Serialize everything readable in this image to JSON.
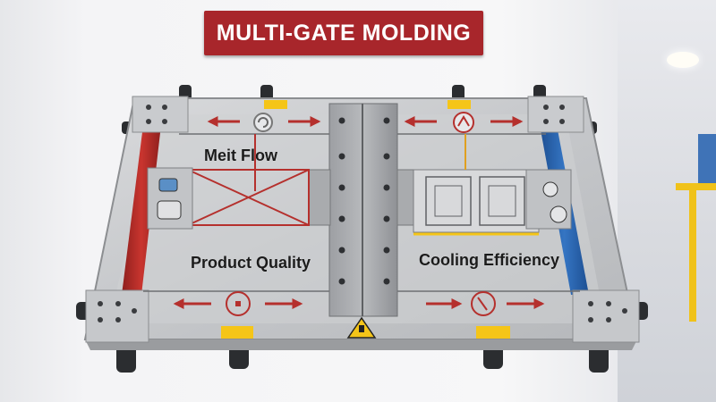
{
  "sign": {
    "title": "MULTI-GATE MOLDING"
  },
  "labels": {
    "melt_flow": "Meit Flow",
    "product_quality": "Product Quality",
    "cooling_efficiency": "Cooling Efficiency"
  },
  "colors": {
    "sign_red": "#a8262b",
    "left_rail_red": "#c0302c",
    "right_rail_blue": "#2f68b3",
    "arrow_red": "#b5302d",
    "warning_yellow": "#f5c518"
  }
}
